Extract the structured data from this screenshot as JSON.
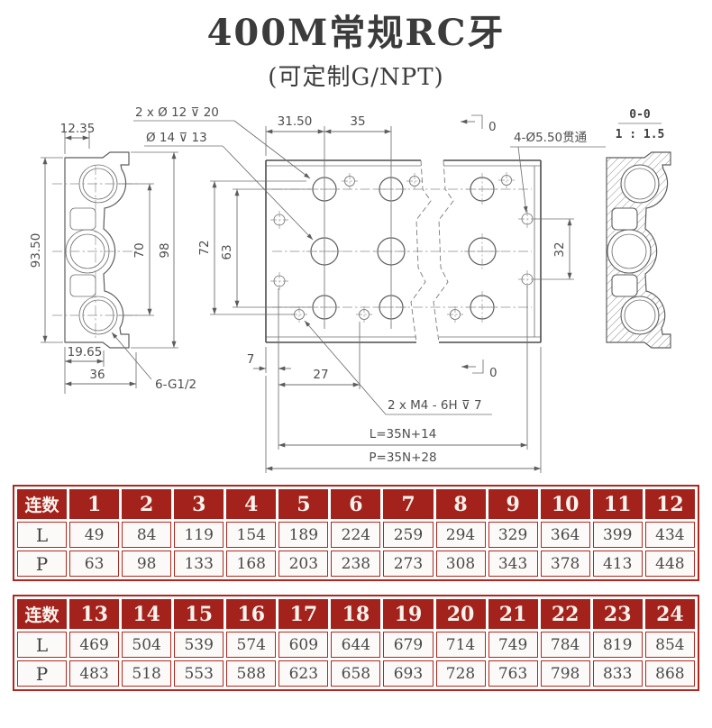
{
  "title": "400M常规RC牙",
  "subtitle": "(可定制G/NPT)",
  "drawing": {
    "callout_counterbore": "2 x Ø 12 ⊽ 20",
    "callout_port": "Ø 14 ⊽ 13",
    "callout_through_holes": "4-Ø5.50贯通",
    "callout_m4": "2 x  M4 - 6H ⊽ 7",
    "callout_thread": "6-G1/2",
    "dim_top_width": "12.35",
    "dim_height_left": "93.50",
    "dim_port_span": "70",
    "dim_height_right": "98",
    "dim_bottom_offset": "19.65",
    "dim_bottom_width": "36",
    "dim_edge_to_port": "31.50",
    "dim_port_pitch": "35",
    "dim_row_span_outer": "72",
    "dim_row_span": "63",
    "dim_mount_span": "32",
    "dim_edge_hole": "7",
    "dim_hole_offset": "27",
    "formula_L": "L=35N+14",
    "formula_P": "P=35N+28",
    "section_title": "0-0",
    "section_scale": "1 : 1.5",
    "section_marker_top": "0",
    "section_marker_bottom": "0"
  },
  "tables": [
    {
      "corner": "连数",
      "columns": [
        "1",
        "2",
        "3",
        "4",
        "5",
        "6",
        "7",
        "8",
        "9",
        "10",
        "11",
        "12"
      ],
      "rows": [
        {
          "label": "L",
          "values": [
            "49",
            "84",
            "119",
            "154",
            "189",
            "224",
            "259",
            "294",
            "329",
            "364",
            "399",
            "434"
          ]
        },
        {
          "label": "P",
          "values": [
            "63",
            "98",
            "133",
            "168",
            "203",
            "238",
            "273",
            "308",
            "343",
            "378",
            "413",
            "448"
          ]
        }
      ]
    },
    {
      "corner": "连数",
      "columns": [
        "13",
        "14",
        "15",
        "16",
        "17",
        "18",
        "19",
        "20",
        "21",
        "22",
        "23",
        "24"
      ],
      "rows": [
        {
          "label": "L",
          "values": [
            "469",
            "504",
            "539",
            "574",
            "609",
            "644",
            "679",
            "714",
            "749",
            "784",
            "819",
            "854"
          ]
        },
        {
          "label": "P",
          "values": [
            "483",
            "518",
            "553",
            "588",
            "623",
            "658",
            "693",
            "728",
            "763",
            "798",
            "833",
            "868"
          ]
        }
      ]
    }
  ],
  "colors": {
    "header_bg": "#A3231C",
    "table_border": "#B3261D",
    "cell_bg": "#FCFAF8",
    "line_gray": "#5E5E5E"
  }
}
